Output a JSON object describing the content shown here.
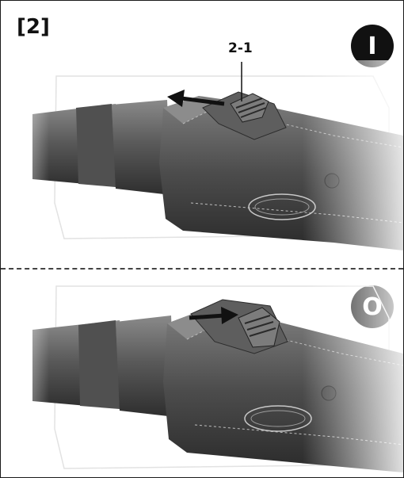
{
  "step_label": "[2]",
  "callout_label": "2-1",
  "top_state_symbol": "I",
  "bottom_state_symbol": "O",
  "colors": {
    "body_dark": "#3c3c3c",
    "body_mid": "#6a6a6a",
    "body_light": "#9a9a9a",
    "ink": "#111111"
  },
  "icons": {
    "arrow_left": "arrow-left-icon",
    "arrow_right": "arrow-right-icon"
  }
}
